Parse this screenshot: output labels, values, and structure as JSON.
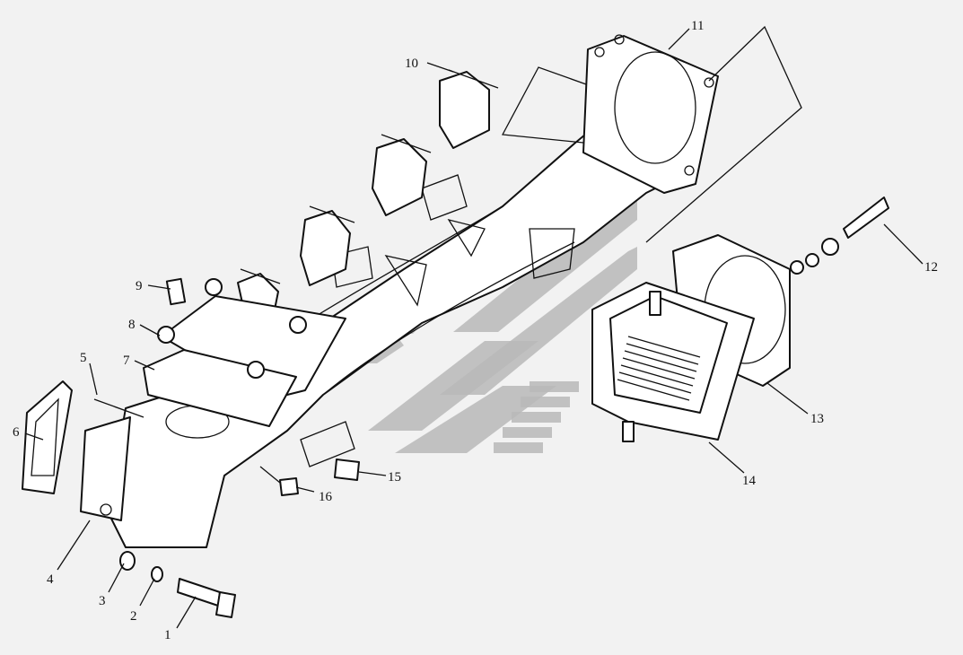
{
  "callouts": {
    "c1": "1",
    "c2": "2",
    "c3": "3",
    "c4": "4",
    "c5": "5",
    "c6": "6",
    "c7": "7",
    "c8": "8",
    "c9": "9",
    "c10": "10",
    "c11": "11",
    "c12": "12",
    "c13": "13",
    "c14": "14",
    "c15": "15",
    "c16": "16"
  },
  "colors": {
    "background": "#f2f2f2",
    "line": "#111111",
    "watermark": "#b9b9b9"
  }
}
